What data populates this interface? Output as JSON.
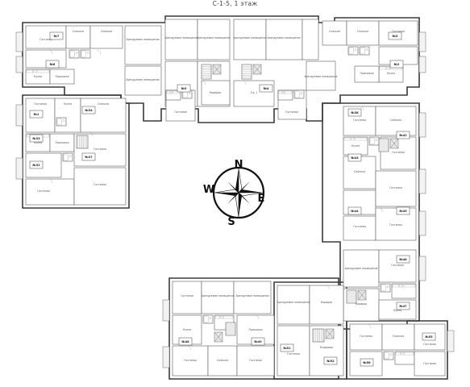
{
  "title": "С-1-5, 1 этаж",
  "compass": {
    "n": "N",
    "e": "E",
    "s": "S",
    "w": "W"
  },
  "room_labels": {
    "living": "Гостиная",
    "kitchen": "Кухня",
    "hall": "Прихожая",
    "bath": "С/у",
    "corridor": "Коридор",
    "storage": "Кладовая",
    "commercial": "Арендуемое помещение",
    "lobby": "Л.к. 1",
    "bedroom": "Спальня"
  },
  "apartments": [
    "№7",
    "№6",
    "№5",
    "№4",
    "№3",
    "№2",
    "№1",
    "№33",
    "№32",
    "№34",
    "№37",
    "№38",
    "№42",
    "№43",
    "№44",
    "№45",
    "№46",
    "№47",
    "№48",
    "№49",
    "№51",
    "№52",
    "№56",
    "№55",
    "№53",
    "№54"
  ]
}
